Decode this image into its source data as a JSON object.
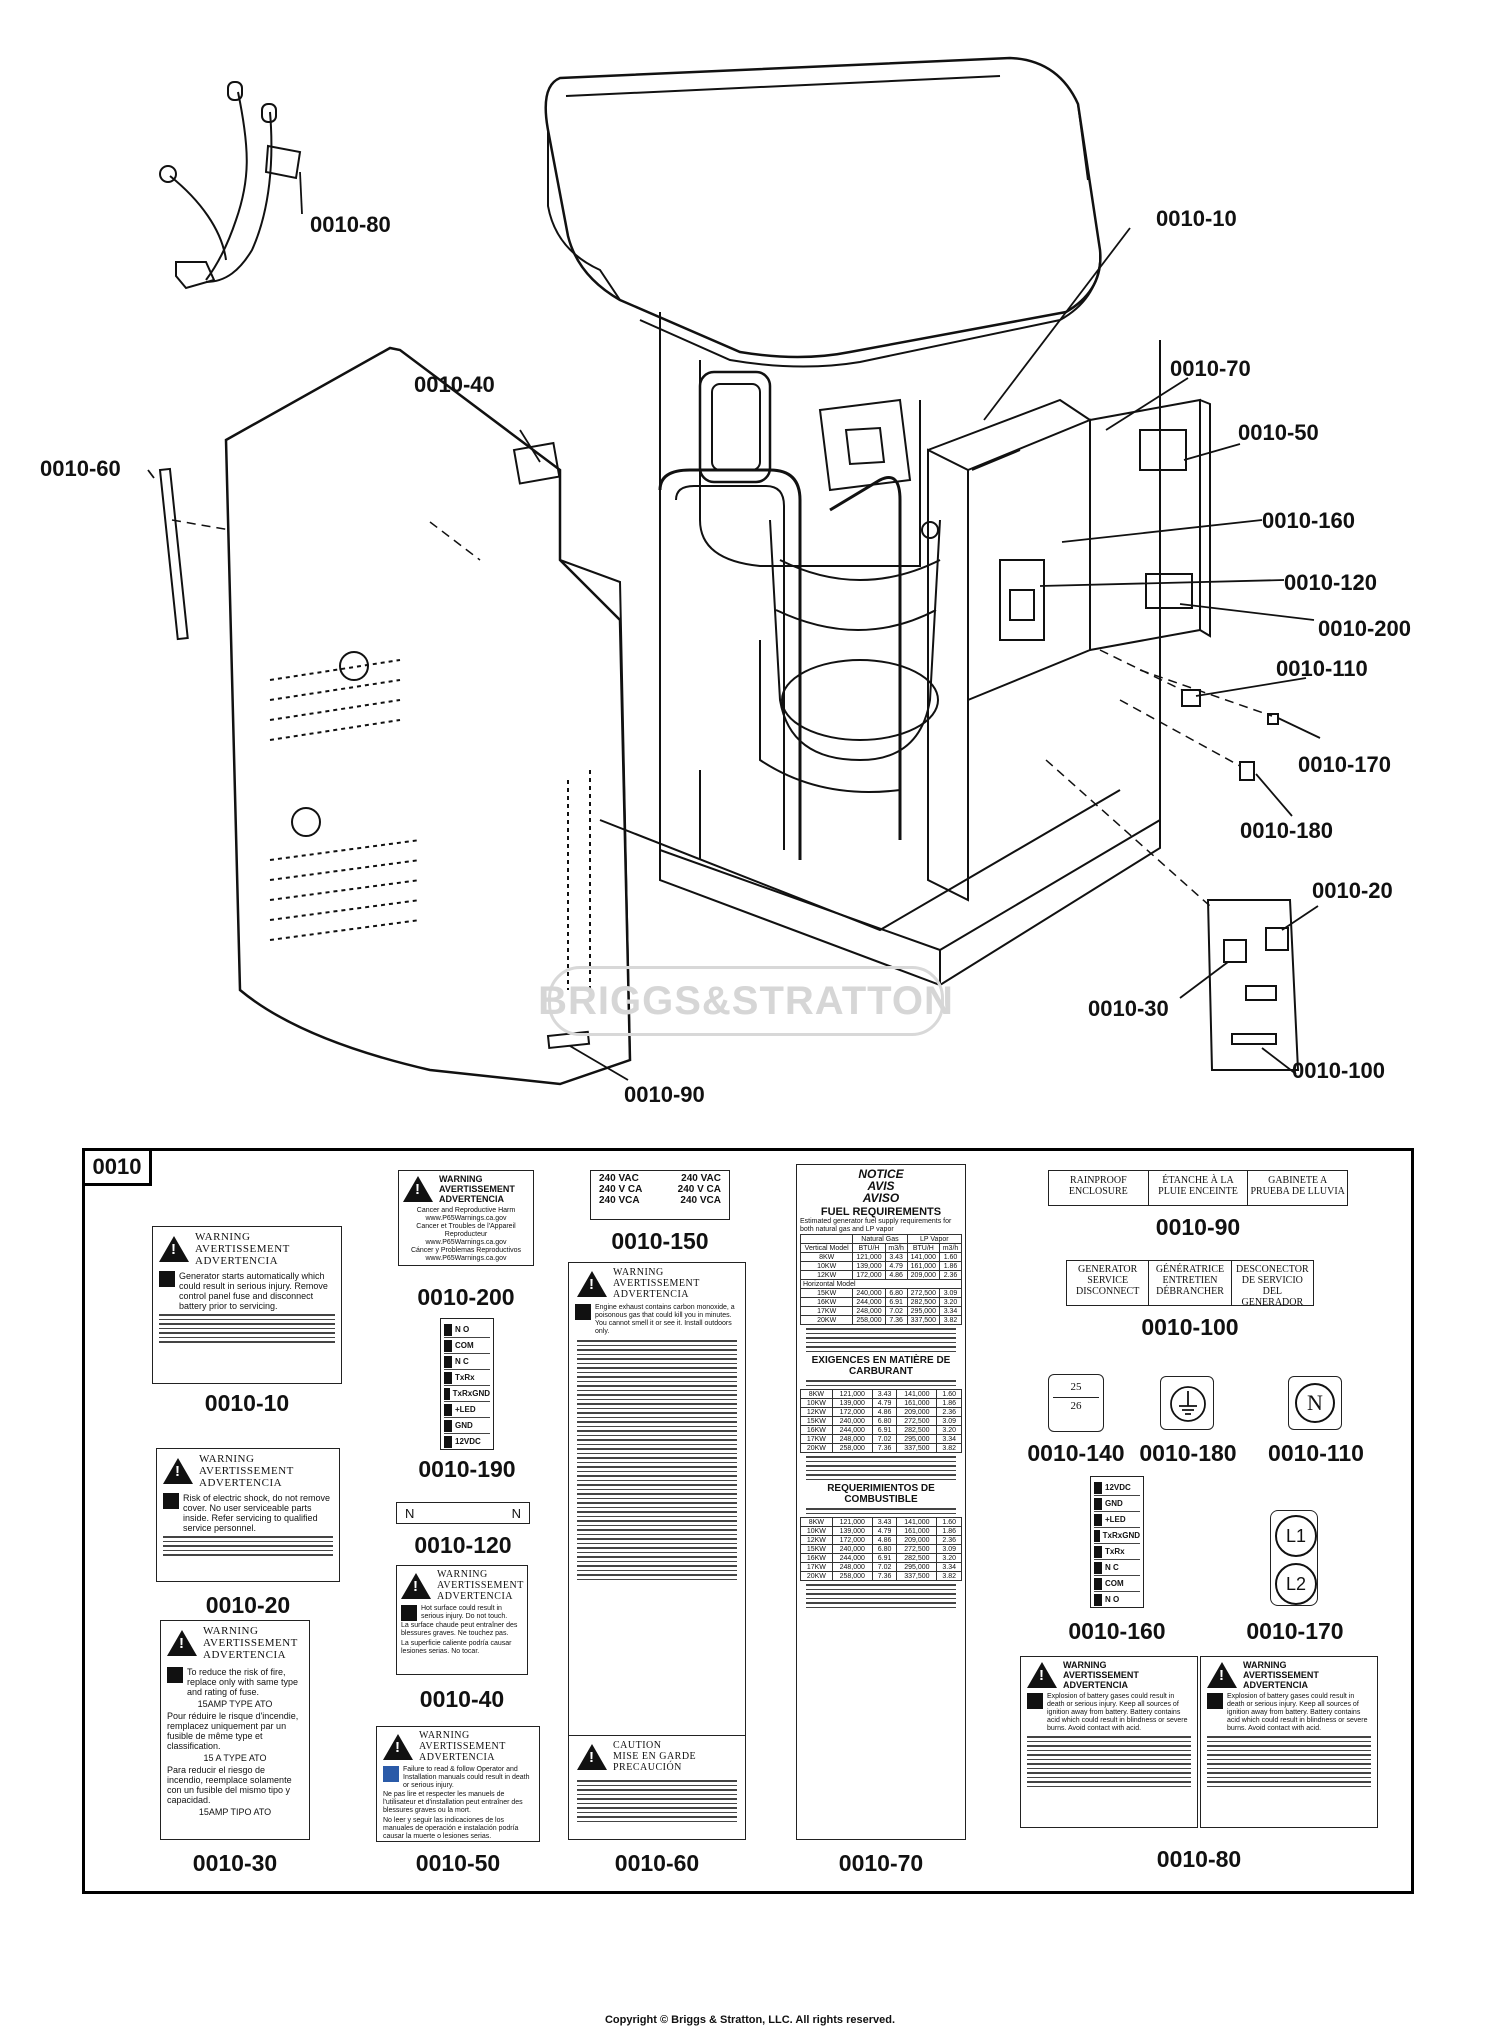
{
  "callouts": [
    {
      "id": "c-0010-80",
      "label": "0010-80"
    },
    {
      "id": "c-0010-10",
      "label": "0010-10"
    },
    {
      "id": "c-0010-40",
      "label": "0010-40"
    },
    {
      "id": "c-0010-70",
      "label": "0010-70"
    },
    {
      "id": "c-0010-60",
      "label": "0010-60"
    },
    {
      "id": "c-0010-50",
      "label": "0010-50"
    },
    {
      "id": "c-0010-160",
      "label": "0010-160"
    },
    {
      "id": "c-0010-120",
      "label": "0010-120"
    },
    {
      "id": "c-0010-200",
      "label": "0010-200"
    },
    {
      "id": "c-0010-110",
      "label": "0010-110"
    },
    {
      "id": "c-0010-170",
      "label": "0010-170"
    },
    {
      "id": "c-0010-180",
      "label": "0010-180"
    },
    {
      "id": "c-0010-20",
      "label": "0010-20"
    },
    {
      "id": "c-0010-30",
      "label": "0010-30"
    },
    {
      "id": "c-0010-100",
      "label": "0010-100"
    },
    {
      "id": "c-0010-90",
      "label": "0010-90"
    }
  ],
  "watermark": "BRIGGS&STRATTON",
  "panel": {
    "tag": "0010",
    "labels": {
      "l10": "0010-10",
      "l20": "0010-20",
      "l30": "0010-30",
      "l40": "0010-40",
      "l50": "0010-50",
      "l60": "0010-60",
      "l70": "0010-70",
      "l80": "0010-80",
      "l90": "0010-90",
      "l100": "0010-100",
      "l110": "0010-110",
      "l120": "0010-120",
      "l140": "0010-140",
      "l150": "0010-150",
      "l160": "0010-160",
      "l170": "0010-170",
      "l180": "0010-180",
      "l190": "0010-190",
      "l200": "0010-200"
    },
    "warning_hdr": [
      "WARNING",
      "AVERTISSEMENT",
      "ADVERTENCIA"
    ],
    "d10": {
      "en": "Generator starts automatically which could result in serious injury. Remove control panel fuse and disconnect battery prior to servicing."
    },
    "d20": {
      "en": "Risk of electric shock, do not remove cover. No user serviceable parts inside. Refer servicing to qualified service personnel."
    },
    "d30": {
      "l1": "To reduce the risk of fire, replace only with same type and rating of fuse.",
      "l2": "15AMP TYPE ATO",
      "l3": "Pour réduire le risque d'incendie, remplacez uniquement par un fusible de même type et classification.",
      "l4": "15 A TYPE ATO",
      "l5": "Para reducir el riesgo de incendio, reemplace solamente con un fusible del mismo tipo y capacidad.",
      "l6": "15AMP TIPO ATO"
    },
    "d40": {
      "en": "Hot surface could result in serious injury. Do not touch.",
      "fr": "La surface chaude peut entraîner des blessures graves. Ne touchez pas.",
      "es": "La superficie caliente podría causar lesiones serias. No tocar."
    },
    "d50": {
      "en": "Failure to read & follow Operator and Installation manuals could result in death or serious injury.",
      "fr": "Ne pas lire et respecter les manuels de l'utilisateur et d'installation peut entraîner des blessures graves ou la mort.",
      "es": "No leer y seguir las indicaciones de los manuales de operación e instalación podría causar la muerte o lesiones serias."
    },
    "d60": {
      "caution": [
        "CAUTION",
        "MISE EN GARDE",
        "PRECAUCIÓN"
      ],
      "en": "Engine exhaust contains carbon monoxide, a poisonous gas that could kill you in minutes. You cannot smell it or see it. Install outdoors only."
    },
    "d70": {
      "title": [
        "NOTICE",
        "AVIS",
        "AVISO"
      ],
      "fuel_title": "FUEL REQUIREMENTS",
      "fuel_sub": "Estimated generator fuel supply requirements for both natural gas and LP vapor",
      "cols": [
        "Natural Gas",
        "LP Vapor"
      ],
      "units": [
        "BTU/H",
        "m3/h",
        "BTU/H",
        "m3/h"
      ],
      "vertical": "Vertical Model",
      "horizontal": "Horizontal Model",
      "rows_v": [
        [
          "8KW",
          "121,000",
          "3.43",
          "141,000",
          "1.60"
        ],
        [
          "10KW",
          "139,000",
          "4.79",
          "161,000",
          "1.86"
        ],
        [
          "12KW",
          "172,000",
          "4.86",
          "209,000",
          "2.36"
        ]
      ],
      "rows_h": [
        [
          "15KW",
          "240,000",
          "6.80",
          "272,500",
          "3.09"
        ],
        [
          "16KW",
          "244,000",
          "6.91",
          "282,500",
          "3.20"
        ],
        [
          "17KW",
          "248,000",
          "7.02",
          "295,000",
          "3.34"
        ],
        [
          "20KW",
          "258,000",
          "7.36",
          "337,500",
          "3.82"
        ]
      ],
      "fr_title": "EXIGENCES EN MATIÈRE DE CARBURANT",
      "es_title": "REQUERIMIENTOS DE COMBUSTIBLE"
    },
    "d80": {
      "en": "Explosion of battery gases could result in death or serious injury. Keep all sources of ignition away from battery. Battery contains acid which could result in blindness or severe burns. Avoid contact with acid."
    },
    "d90": {
      "c1": "RAINPROOF ENCLOSURE",
      "c2": "ÉTANCHE À LA PLUIE ENCEINTE",
      "c3": "GABINETE A PRUEBA DE LLUVIA"
    },
    "d100": {
      "c1": "GENERATOR SERVICE DISCONNECT",
      "c2": "GÉNÉRATRICE ENTRETIEN DÉBRANCHER",
      "c3": "DESCONECTOR DE SERVICIO DEL GENERADOR"
    },
    "d120": {
      "a": "N",
      "b": "N"
    },
    "d140": {
      "a": "25",
      "b": "26"
    },
    "d110": {
      "a": "N"
    },
    "d150": {
      "r1a": "240 VAC",
      "r1b": "240 VAC",
      "r2a": "240 V CA",
      "r2b": "240 V CA",
      "r3a": "240 VCA",
      "r3b": "240 VCA"
    },
    "d170": {
      "a": "L1",
      "b": "L2"
    },
    "d190": [
      "N O",
      "COM",
      "N C",
      "TxRx",
      "TxRxGND",
      "+LED",
      "GND",
      "12VDC"
    ],
    "d160": [
      "12VDC",
      "GND",
      "+LED",
      "TxRxGND",
      "TxRx",
      "N C",
      "COM",
      "N O"
    ],
    "d200": {
      "l1": "Cancer and Reproductive Harm",
      "l2": "www.P65Warnings.ca.gov",
      "l3": "Cancer et Troubles de l'Appareil Reproducteur",
      "l4": "www.P65Warnings.ca.gov",
      "l5": "Cáncer y Problemas Reproductivos",
      "l6": "www.P65Warnings.ca.gov"
    }
  },
  "copyright": "Copyright © Briggs & Stratton, LLC. All rights reserved."
}
